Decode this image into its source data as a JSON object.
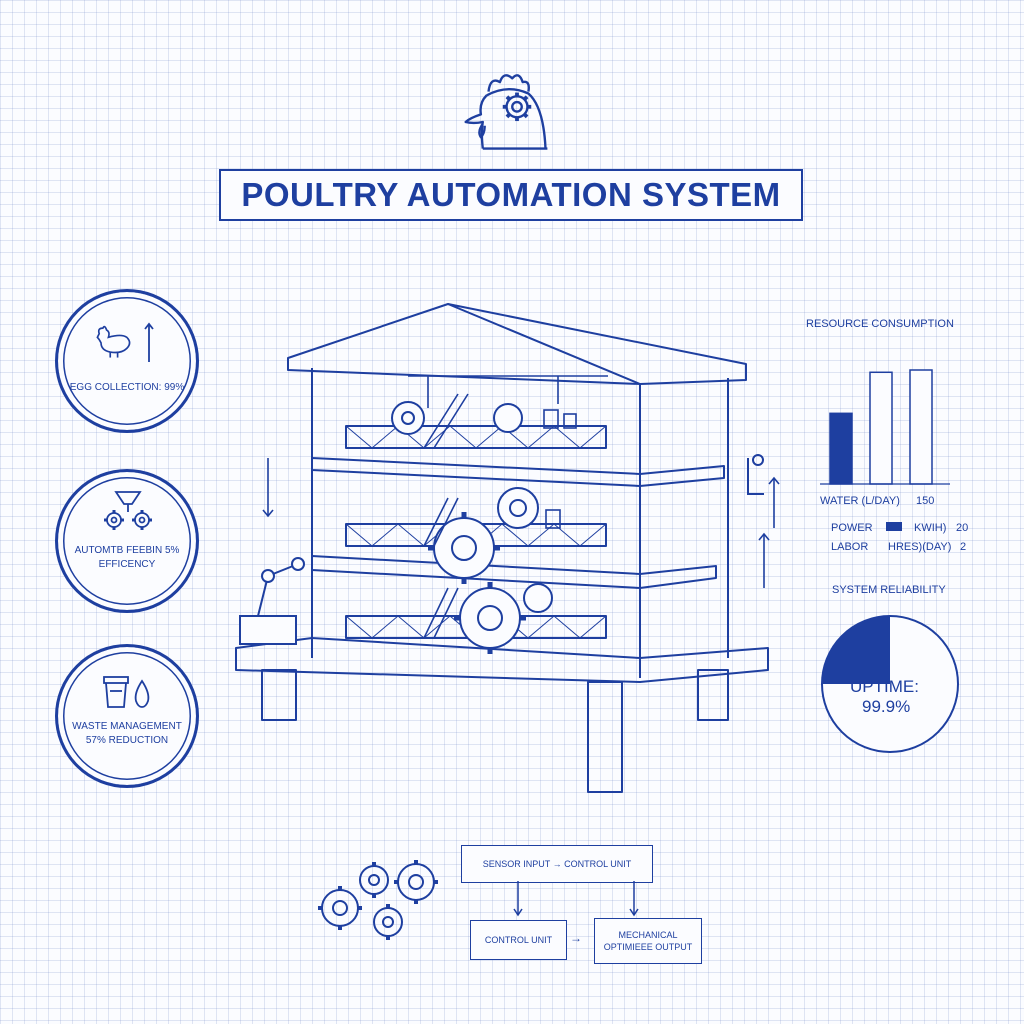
{
  "header": {
    "title": "POULTRY AUTOMATION SYSTEM",
    "logo_icon": "chicken-gear-icon"
  },
  "badges": [
    {
      "label": "EGG COLLECTION: 99%",
      "icon": "chicken-icon"
    },
    {
      "label_line1": "AUTOMTB FEEBIN 5%",
      "label_line2": "EFFICENCY",
      "icon": "feeder-gears-icon"
    },
    {
      "label_line1": "WASTE MANAGEMENT",
      "label_line2": "57% REDUCTION",
      "icon": "waste-container-icon"
    }
  ],
  "resources": {
    "title": "RESOURCE CONSUMPTION",
    "rows": [
      {
        "label": "WATER (L/DAY)",
        "value": "150"
      },
      {
        "label": "POWER",
        "unit": "KWIH)",
        "value": "20"
      },
      {
        "label": "LABOR",
        "unit": "HRES)(DAY)",
        "value": "2"
      }
    ]
  },
  "chart_data": {
    "type": "bar",
    "values": [
      0.62,
      0.98,
      1.0
    ],
    "fills": [
      "solid",
      "outline",
      "outline"
    ]
  },
  "reliability": {
    "title": "SYSTEM RELIABILITY",
    "uptime_label": "UPTIME:",
    "uptime_value": "99.9%"
  },
  "flow": {
    "top": "SENSOR INPUT → CONTROL UNIT",
    "left": "CONTROL UNIT",
    "right_line1": "MECHANICAL",
    "right_line2": "OPTIMIEEE OUTPUT",
    "arrow_glyph": "→"
  },
  "colors": {
    "ink": "#1e3fa0",
    "paper": "#fbfcff"
  }
}
